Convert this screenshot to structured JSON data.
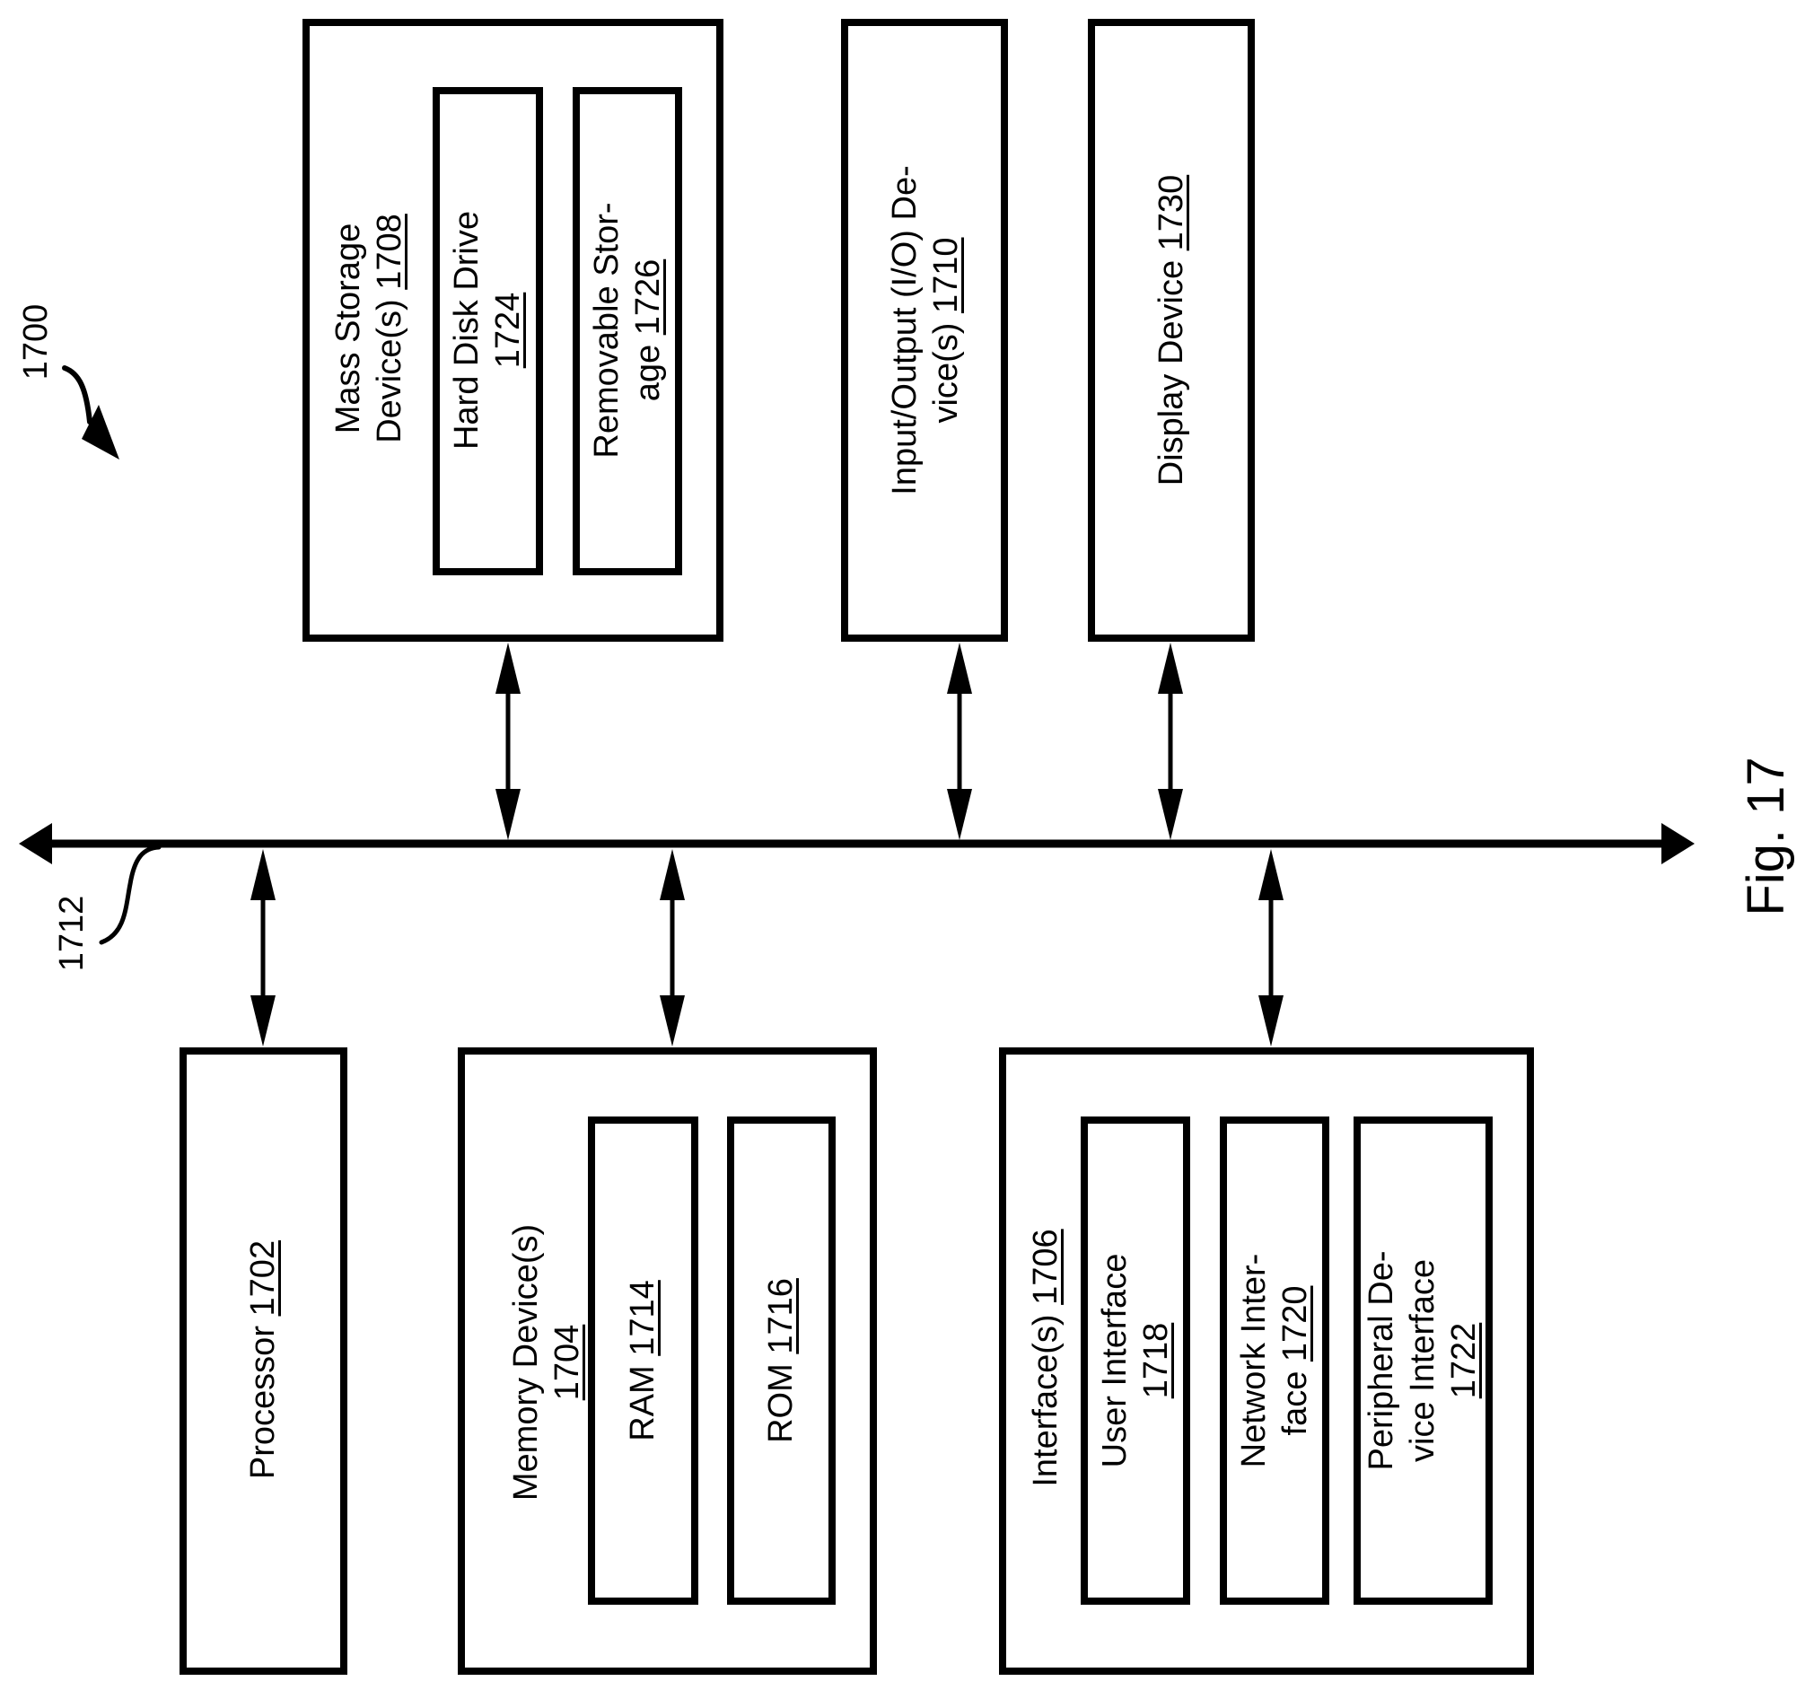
{
  "figure": {
    "diagram_ref": "1700",
    "bus_ref": "1712",
    "caption": "Fig. 17"
  },
  "blocks": {
    "mass_storage": {
      "lines": [
        {
          "text": "Mass Storage",
          "ref": ""
        },
        {
          "text": "Device(s) ",
          "ref": "1708"
        }
      ],
      "children": {
        "hard_disk": {
          "lines": [
            {
              "text": "Hard Disk Drive",
              "ref": ""
            },
            {
              "text": "",
              "ref": "1724"
            }
          ]
        },
        "removable": {
          "lines": [
            {
              "text": "Removable Stor-",
              "ref": ""
            },
            {
              "text": "age ",
              "ref": "1726"
            }
          ]
        }
      }
    },
    "io_devices": {
      "lines": [
        {
          "text": "Input/Output (I/O) De-",
          "ref": ""
        },
        {
          "text": "vice(s) ",
          "ref": "1710"
        }
      ]
    },
    "display": {
      "lines": [
        {
          "text": "Display Device ",
          "ref": "1730"
        }
      ]
    },
    "processor": {
      "lines": [
        {
          "text": "Processor ",
          "ref": "1702"
        }
      ]
    },
    "memory": {
      "lines": [
        {
          "text": "Memory Device(s)",
          "ref": ""
        },
        {
          "text": "",
          "ref": "1704"
        }
      ],
      "children": {
        "ram": {
          "lines": [
            {
              "text": "RAM ",
              "ref": "1714"
            }
          ]
        },
        "rom": {
          "lines": [
            {
              "text": "ROM ",
              "ref": "1716"
            }
          ]
        }
      }
    },
    "interfaces": {
      "lines": [
        {
          "text": "Interface(s) ",
          "ref": "1706"
        }
      ],
      "children": {
        "user_interface": {
          "lines": [
            {
              "text": "User Interface",
              "ref": ""
            },
            {
              "text": "",
              "ref": "1718"
            }
          ]
        },
        "network_interface": {
          "lines": [
            {
              "text": "Network Inter-",
              "ref": ""
            },
            {
              "text": "face ",
              "ref": "1720"
            }
          ]
        },
        "peripheral_interface": {
          "lines": [
            {
              "text": "Peripheral De-",
              "ref": ""
            },
            {
              "text": "vice Interface",
              "ref": ""
            },
            {
              "text": "",
              "ref": "1722"
            }
          ]
        }
      }
    }
  },
  "connections": [
    {
      "from": "mass_storage",
      "to": "bus",
      "type": "bidirectional"
    },
    {
      "from": "io_devices",
      "to": "bus",
      "type": "bidirectional"
    },
    {
      "from": "display",
      "to": "bus",
      "type": "bidirectional"
    },
    {
      "from": "processor",
      "to": "bus",
      "type": "bidirectional"
    },
    {
      "from": "memory",
      "to": "bus",
      "type": "bidirectional"
    },
    {
      "from": "interfaces",
      "to": "bus",
      "type": "bidirectional"
    }
  ]
}
